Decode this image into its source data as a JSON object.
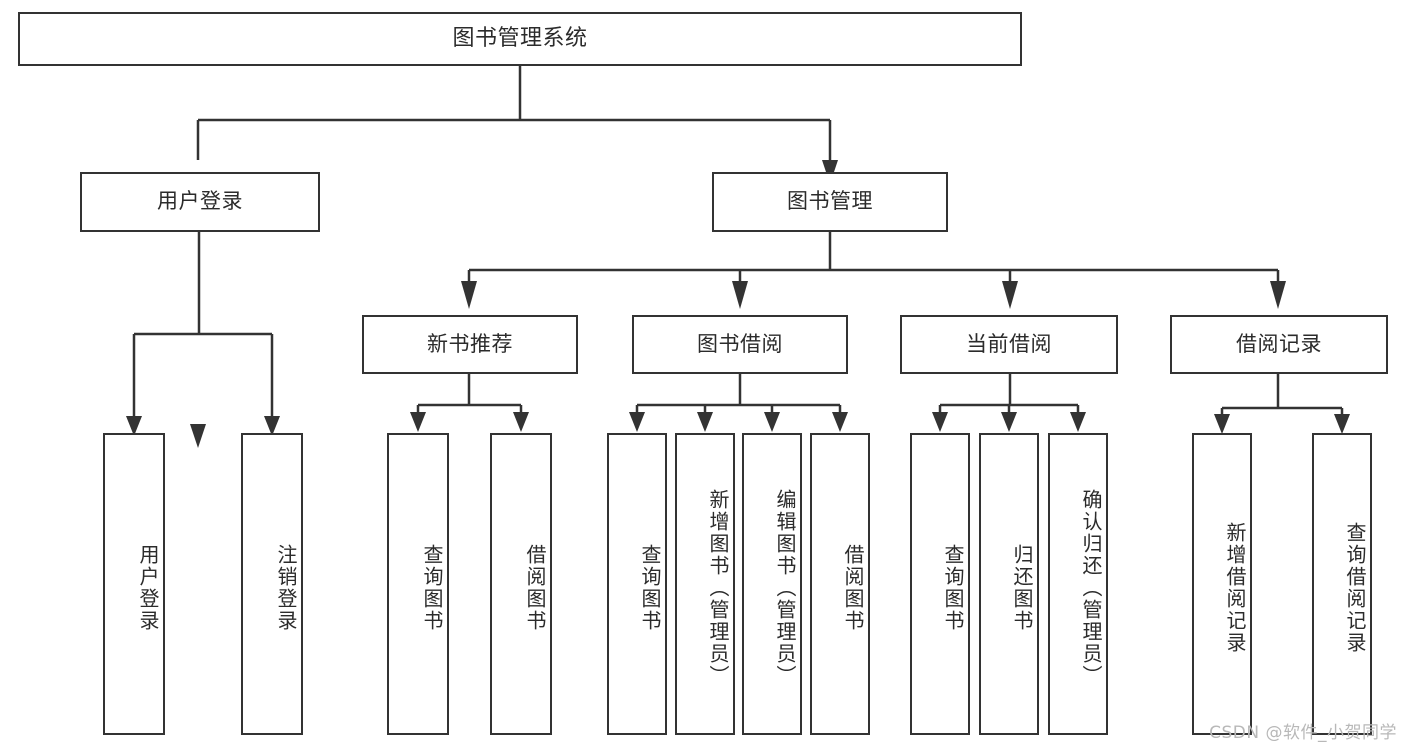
{
  "diagram": {
    "type": "tree",
    "title": "图书管理系统",
    "background_color": "#ffffff",
    "line_color": "#333333",
    "text_color": "#2b2b2b",
    "root": {
      "label": "图书管理系统"
    },
    "level2": [
      {
        "label": "用户登录"
      },
      {
        "label": "图书管理"
      }
    ],
    "level3": [
      {
        "label": "新书推荐"
      },
      {
        "label": "图书借阅"
      },
      {
        "label": "当前借阅"
      },
      {
        "label": "借阅记录"
      }
    ],
    "leaves": {
      "user_login": [
        {
          "label": "用户登录"
        },
        {
          "label": "注销登录"
        }
      ],
      "new_book": [
        {
          "label": "查询图书"
        },
        {
          "label": "借阅图书"
        }
      ],
      "book_borrow": [
        {
          "label": "查询图书"
        },
        {
          "label": "新增图书（管理员）"
        },
        {
          "label": "编辑图书（管理员）"
        },
        {
          "label": "借阅图书"
        }
      ],
      "current_borrow": [
        {
          "label": "查询图书"
        },
        {
          "label": "归还图书"
        },
        {
          "label": "确认归还（管理员）"
        }
      ],
      "borrow_record": [
        {
          "label": "新增借阅记录"
        },
        {
          "label": "查询借阅记录"
        }
      ]
    }
  },
  "watermark": {
    "text": "CSDN @软件_小贺同学"
  }
}
